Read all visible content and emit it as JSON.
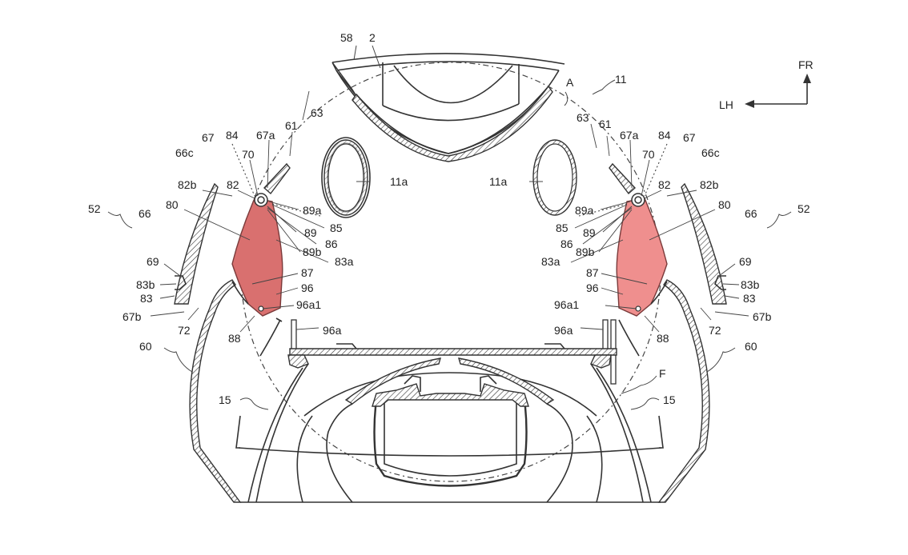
{
  "colors": {
    "bracket_fill": "#d9706f",
    "bracket_fill_right": "#ef8f8e",
    "line": "#333333"
  },
  "labels": {
    "l58": "58",
    "l2": "2",
    "lA": "A",
    "l11": "11",
    "lFR": "FR",
    "lLH": "LH",
    "l63": "63",
    "l61": "61",
    "l67a": "67a",
    "l84": "84",
    "l67": "67",
    "l66c": "66c",
    "l70": "70",
    "l82": "82",
    "l82b": "82b",
    "l80": "80",
    "l66": "66",
    "l52": "52",
    "l11a": "11a",
    "l89a": "89a",
    "l85": "85",
    "l89": "89",
    "l86": "86",
    "l89b": "89b",
    "l83a": "83a",
    "l69": "69",
    "l83b": "83b",
    "l83": "83",
    "l87": "87",
    "l96": "96",
    "l96a1": "96a1",
    "l67b": "67b",
    "l72": "72",
    "l88": "88",
    "l96a": "96a",
    "l60": "60",
    "l15": "15",
    "lF": "F"
  }
}
